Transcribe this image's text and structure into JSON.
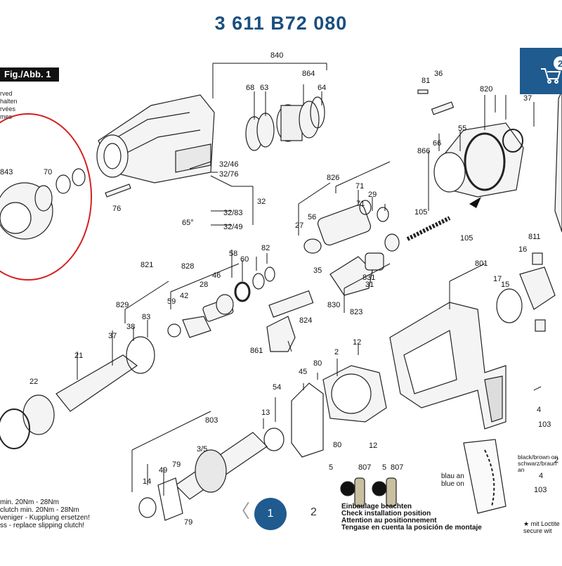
{
  "page": {
    "title": "3 611 B72 080",
    "fig_label": "Fig./Abb. 1",
    "left_notes": [
      "rved",
      "halten",
      "rvées",
      "mes"
    ],
    "bottom_notes": [
      "min. 20Nm - 28Nm",
      "clutch min. 20Nm - 28Nm",
      "veniger - Kupplung ersetzen!",
      "ss - replace slipping clutch!"
    ],
    "install_notes": [
      "Einbaulage beachten",
      "Check installation position",
      "Attention au positionnement",
      "Tengase en cuenta la posición de montaje"
    ],
    "wire_notes": [
      "blau an",
      "blue on"
    ],
    "wire_notes2": [
      "black/brown on",
      "schwarz/braun an"
    ],
    "loctite_note": [
      "★ mit Loctite",
      "secure wit"
    ],
    "cart_badge": "2"
  },
  "pagination": {
    "prev": "〈",
    "current": "1",
    "next": "2"
  },
  "part_labels": [
    "840",
    "68",
    "63",
    "864",
    "64",
    "81",
    "36",
    "820",
    "37",
    "843",
    "70",
    "76",
    "32/46",
    "32/76",
    "32",
    "32/83",
    "32/49",
    "65°",
    "826",
    "71",
    "29",
    "27",
    "56",
    "71",
    "866",
    "66",
    "55",
    "105",
    "105",
    "821",
    "828",
    "46",
    "58",
    "60",
    "82",
    "811",
    "16",
    "801",
    "17",
    "15",
    "829",
    "59",
    "42",
    "28",
    "35",
    "831",
    "830",
    "31",
    "824",
    "823",
    "38",
    "83",
    "37",
    "21",
    "861",
    "12",
    "2",
    "45",
    "80",
    "22",
    "54",
    "803",
    "13",
    "3/5",
    "79",
    "49",
    "14",
    "79",
    "80",
    "12",
    "5",
    "807",
    "5",
    "807",
    "4",
    "103",
    "4",
    "103",
    "2"
  ]
}
